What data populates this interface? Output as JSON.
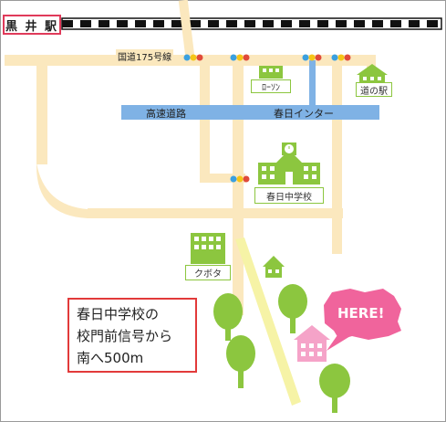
{
  "station": "黒 井 駅",
  "roads": {
    "route175": "国道175号線",
    "highway": "高速道路",
    "interchange": "春日インター"
  },
  "places": {
    "lawson": "ﾛｰｿﾝ",
    "michinoeki": "道の駅",
    "school": "春日中学校",
    "kubota": "クボタ"
  },
  "marker": "HERE!",
  "directions": [
    "春日中学校の",
    "校門前信号から",
    "南へ500m"
  ],
  "colors": {
    "road": "#fbe8be",
    "highway": "#7fb2e5",
    "building": "#8cc63f",
    "tree": "#8cc63f",
    "here_bubble": "#f0649c",
    "house": "#f5a3c8",
    "destination_road": "#f6f3a6",
    "box_border": "#e23a3a"
  }
}
